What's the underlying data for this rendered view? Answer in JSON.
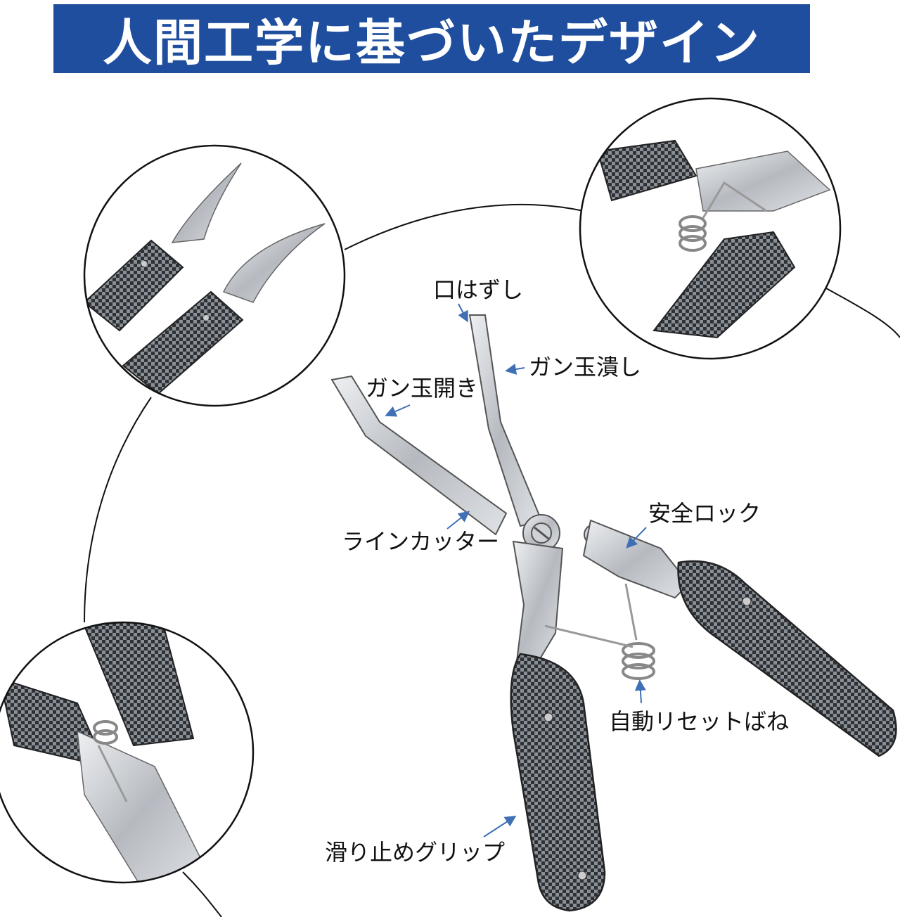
{
  "banner": {
    "title": "人間工学に基づいたデザイン",
    "background_color": "#1f4e9e",
    "text_color": "#ffffff"
  },
  "labels": {
    "mouth_remover": "口はずし",
    "split_shot_crusher": "ガン玉潰し",
    "split_shot_opener": "ガン玉開き",
    "line_cutter": "ラインカッター",
    "safety_lock": "安全ロック",
    "auto_reset_spring": "自動リセットばね",
    "non_slip_grip": "滑り止めグリップ"
  },
  "colors": {
    "arrow": "#3f6fb5",
    "steel": "#c9ccd1",
    "grip_dark": "#3a3d42",
    "outline": "#111111"
  },
  "icons": [
    "pliers-photo",
    "knife-blade-detail",
    "spring-detail",
    "lock-detail"
  ]
}
